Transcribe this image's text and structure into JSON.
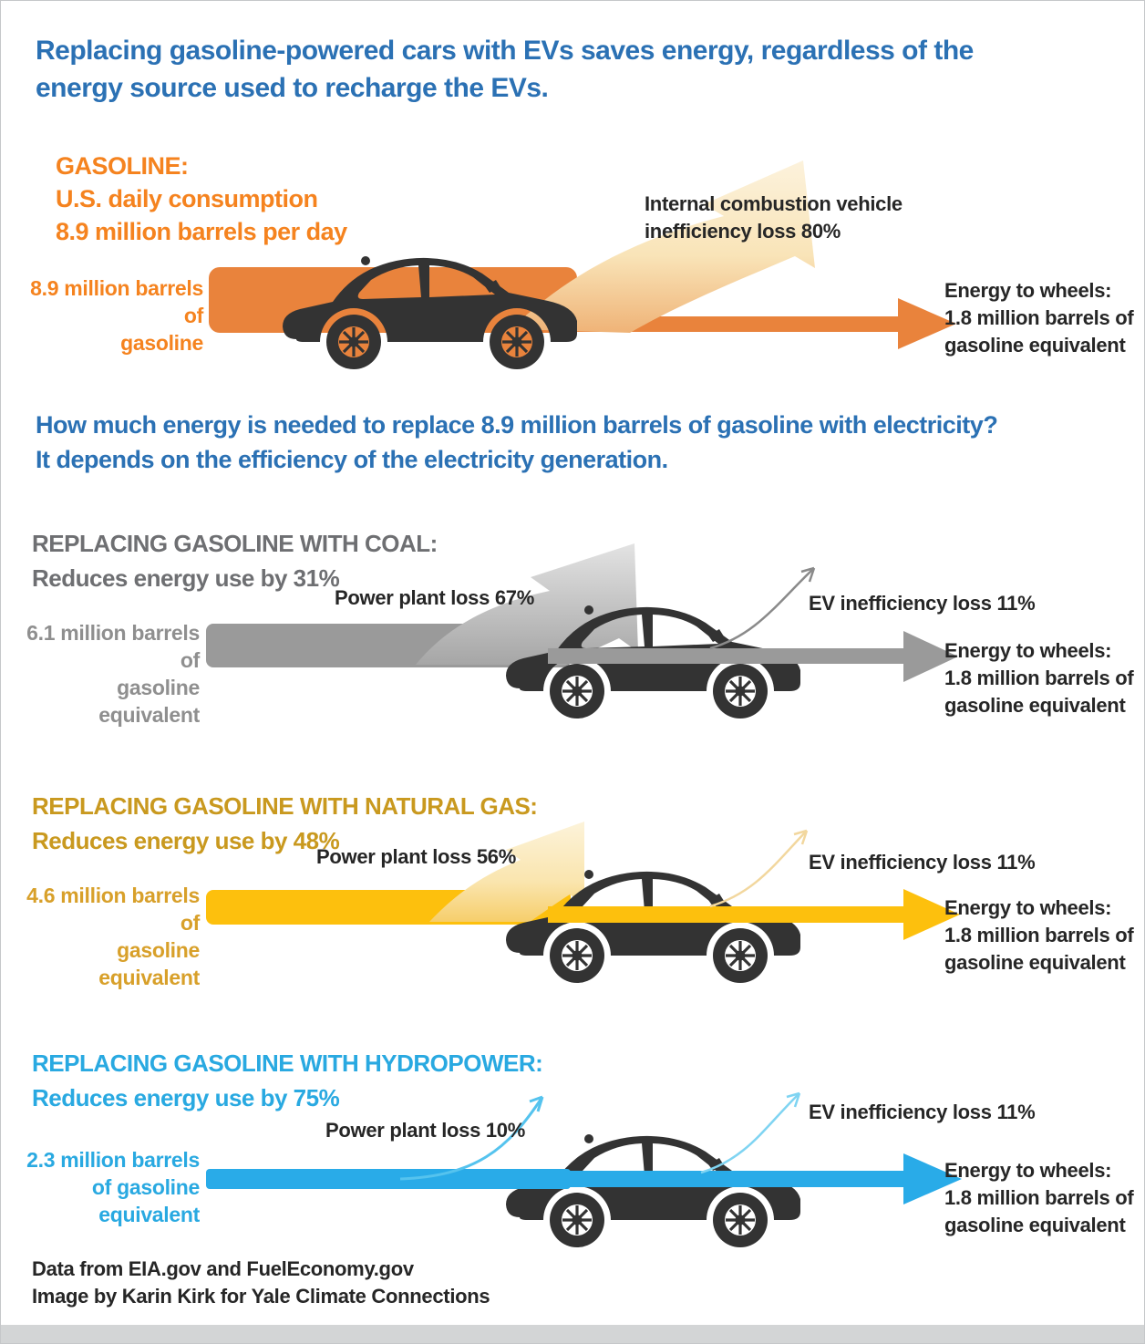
{
  "title": {
    "line1": "Replacing gasoline-powered cars with EVs saves energy, regardless of the",
    "line2": "energy source used to recharge the EVs."
  },
  "question": {
    "line1": "How much energy is needed to replace 8.9 million barrels of gasoline with electricity?",
    "line2": "It depends on the efficiency of the electricity generation."
  },
  "sections": {
    "gasoline": {
      "heading": [
        "GASOLINE:",
        "U.S. daily consumption",
        "8.9 million barrels per day"
      ],
      "input_label": [
        "8.9 million barrels of",
        "gasoline"
      ],
      "loss_label": [
        "Internal combustion vehicle",
        "inefficiency loss 80%"
      ],
      "output_label": [
        "Energy to wheels:",
        "1.8 million barrels of",
        "gasoline equivalent"
      ]
    },
    "coal": {
      "heading": [
        "REPLACING GASOLINE WITH COAL:",
        "Reduces energy use by 31%"
      ],
      "plant_loss_label": "Power plant loss 67%",
      "input_label": [
        "6.1 million barrels of",
        "gasoline equivalent"
      ],
      "ev_loss_label": "EV inefficiency loss 11%",
      "output_label": [
        "Energy to wheels:",
        "1.8 million barrels of",
        "gasoline equivalent"
      ]
    },
    "natural_gas": {
      "heading": [
        "REPLACING GASOLINE WITH NATURAL GAS:",
        "Reduces energy use by 48%"
      ],
      "plant_loss_label": "Power plant loss 56%",
      "input_label": [
        "4.6 million barrels of",
        "gasoline equivalent"
      ],
      "ev_loss_label": "EV inefficiency loss 11%",
      "output_label": [
        "Energy to wheels:",
        "1.8 million barrels of",
        "gasoline equivalent"
      ]
    },
    "hydropower": {
      "heading": [
        "REPLACING GASOLINE WITH HYDROPOWER:",
        "Reduces energy use by 75%"
      ],
      "plant_loss_label": "Power plant loss 10%",
      "input_label": [
        "2.3 million barrels",
        "of gasoline equivalent"
      ],
      "ev_loss_label": "EV inefficiency loss 11%",
      "output_label": [
        "Energy to wheels:",
        "1.8 million barrels of",
        "gasoline equivalent"
      ]
    }
  },
  "footer": {
    "line1": "Data from EIA.gov and FuelEconomy.gov",
    "line2": "Image by Karin Kirk for Yale Climate Connections"
  },
  "colors": {
    "title_blue": "#2B71B4",
    "orange": "#E9833C",
    "orange_text": "#F5831F",
    "gray": "#9A9A9A",
    "gray_text": "#6E6F72",
    "gray_label": "#8F8F8F",
    "yellow": "#FDC00D",
    "gold_text": "#C9991F",
    "gold_label": "#D8A02A",
    "blue": "#29ABE8",
    "blue_text": "#29A9E1",
    "black": "#262626",
    "car": "#333333"
  }
}
